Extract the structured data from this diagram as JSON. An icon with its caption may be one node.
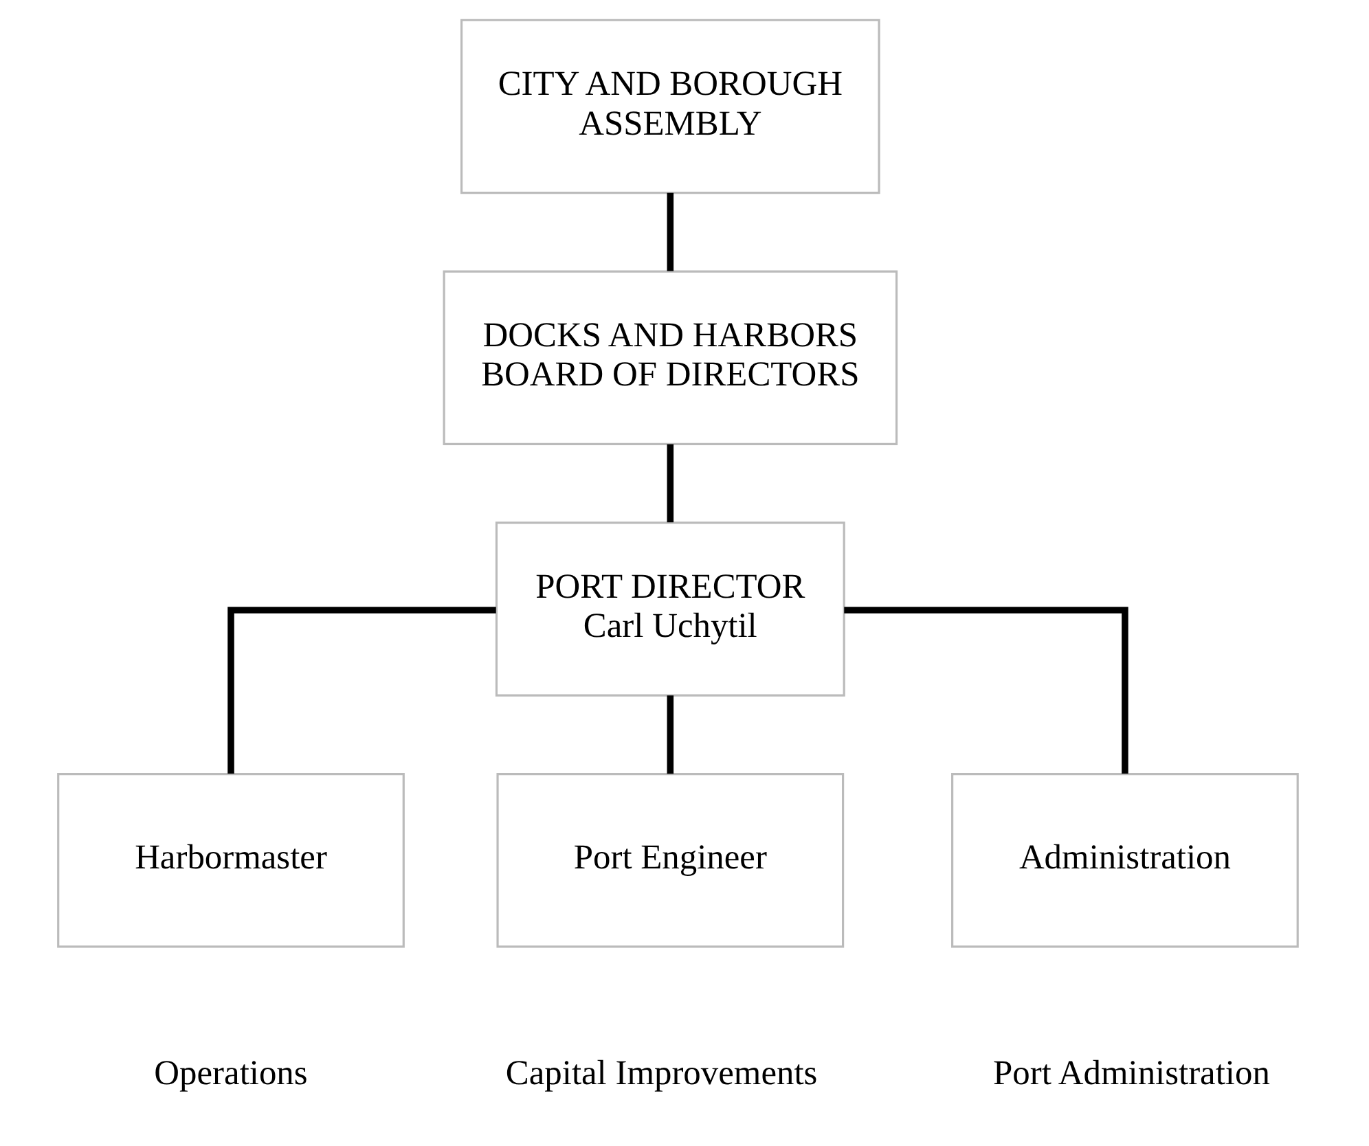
{
  "diagram": {
    "nodes": [
      {
        "text": [
          "CITY AND BOROUGH ASSEMBLY"
        ]
      },
      {
        "text": [
          "DOCKS AND HARBORS BOARD OF DIRECTORS"
        ]
      },
      {
        "text": [
          "PORT DIRECTOR",
          "Carl Uchytil"
        ]
      },
      {
        "text": [
          "Harbormaster"
        ],
        "beside": [
          "Operations"
        ]
      },
      {
        "text": [
          "Port Engineer"
        ],
        "beside": [
          "Capital Improvements"
        ]
      },
      {
        "text": [
          "Administration"
        ],
        "beside": [
          "Port Administration"
        ]
      }
    ],
    "edges": [
      {
        "from": 0,
        "to": 1,
        "arrow": "none"
      },
      {
        "from": 1,
        "to": 2,
        "arrow": "none"
      },
      {
        "from": 2,
        "to": 3,
        "arrow": "none"
      },
      {
        "from": 2,
        "to": 4,
        "arrow": "none"
      },
      {
        "from": 2,
        "to": 5,
        "arrow": "none"
      }
    ]
  }
}
